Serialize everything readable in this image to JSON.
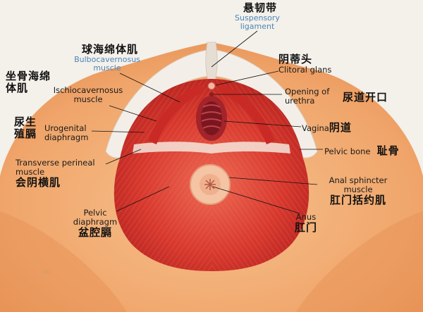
{
  "labels": {
    "suspensory_ligament": {
      "zh": "悬韧带",
      "en": "Suspensory ligament"
    },
    "bulbocavernosus": {
      "zh": "球海绵体肌",
      "en": "Bulbocavernosus muscle"
    },
    "clitoral_glans": {
      "zh": "阴蒂头",
      "en": "Clitoral glans"
    },
    "ischiocavernosus": {
      "zh": "坐骨海绵体肌",
      "en": "Ischiocavernosus muscle"
    },
    "urethra_opening": {
      "zh": "尿道开口",
      "en": "Opening of urethra"
    },
    "urogenital_diaphragm": {
      "zh": "尿生殖膈",
      "en": "Urogenital diaphragm"
    },
    "vagina": {
      "zh": "阴道",
      "en": "Vagina"
    },
    "pelvic_bone": {
      "zh": "耻骨",
      "en": "Pelvic bone"
    },
    "transverse_perineal": {
      "zh": "会阴横肌",
      "en": "Transverse perineal muscle"
    },
    "anal_sphincter": {
      "zh": "肛门括约肌",
      "en": "Anal sphincter muscle"
    },
    "anus": {
      "zh": "肛门",
      "en": "Anus"
    },
    "pelvic_diaphragm": {
      "zh": "盆腔膈",
      "en": "Pelvic diaphragm"
    }
  },
  "colors": {
    "skin": "#f2b07a",
    "skin_dark": "#e08a52",
    "muscle": "#d8332a",
    "muscle_light": "#ec6a52",
    "bone": "#f1ede6",
    "blue_text": "#4a86b8"
  },
  "signature": "ｼｪﾚ"
}
